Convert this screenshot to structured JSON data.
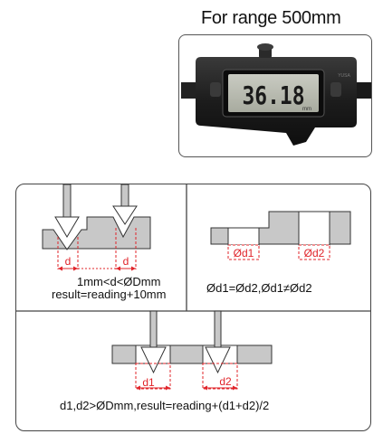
{
  "header": {
    "title": "For range 500mm"
  },
  "caliper": {
    "display_reading": "36.18",
    "display_unit": "mm",
    "brand_mark": "YUSA"
  },
  "panel_left": {
    "d_label_1": "d",
    "d_label_2": "d",
    "line1": "1mm<d<ØDmm",
    "line2": "result=reading+10mm"
  },
  "panel_right": {
    "tag_1": "Ød1",
    "tag_2": "Ød2",
    "caption": "Ød1=Ød2,Ød1≠Ød2"
  },
  "panel_bottom": {
    "tag_1": "d1",
    "tag_2": "d2",
    "caption": "d1,d2>ØDmm,result=reading+(d1+d2)/2"
  },
  "colors": {
    "accent": "#e0242a",
    "metal": "#c8c8c8",
    "outline": "#333333"
  }
}
